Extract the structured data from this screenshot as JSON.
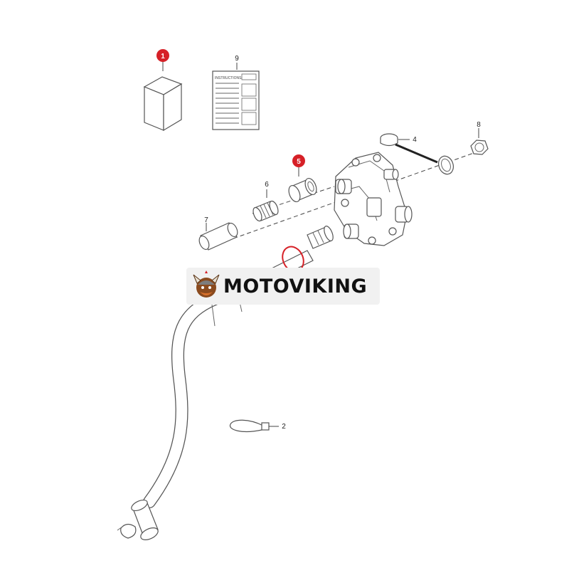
{
  "diagram": {
    "callouts": [
      {
        "id": "c1",
        "text": "1",
        "highlight": true
      },
      {
        "id": "c2",
        "text": "2",
        "highlight": false
      },
      {
        "id": "c4",
        "text": "4",
        "highlight": false
      },
      {
        "id": "c5",
        "text": "5",
        "highlight": true
      },
      {
        "id": "c6",
        "text": "6",
        "highlight": false
      },
      {
        "id": "c7",
        "text": "7",
        "highlight": false
      },
      {
        "id": "c8",
        "text": "8",
        "highlight": false
      },
      {
        "id": "c9",
        "text": "9",
        "highlight": false
      }
    ],
    "instruction_sheet_title": "INSTRUCTIONS"
  },
  "watermark": {
    "text": "MOTOVIKING"
  },
  "colors": {
    "highlight": "#d62027",
    "line": "#555555",
    "watermark_bg": "#f1f1f1"
  }
}
